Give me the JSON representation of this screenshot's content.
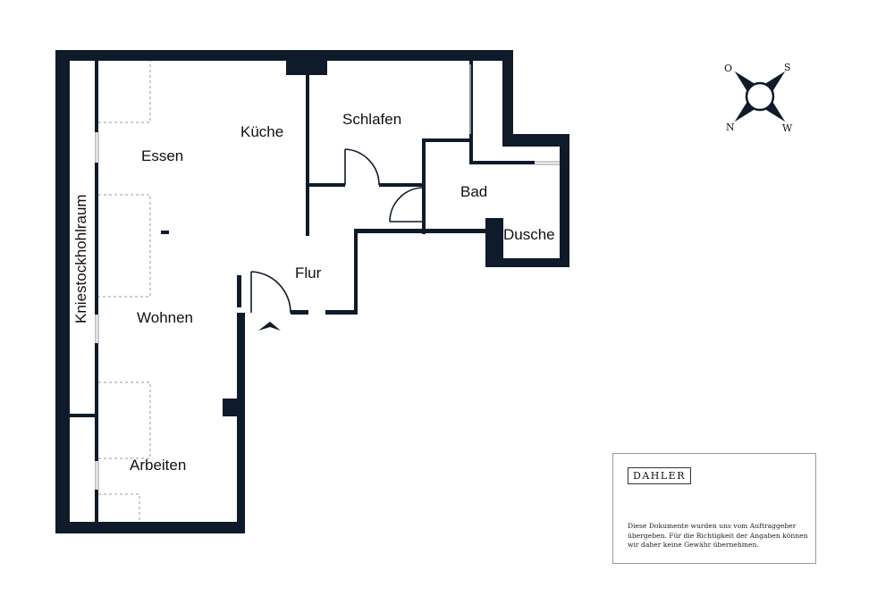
{
  "rooms": {
    "essen": "Essen",
    "kueche": "Küche",
    "schlafen": "Schlafen",
    "bad": "Bad",
    "dusche": "Dusche",
    "flur": "Flur",
    "wohnen": "Wohnen",
    "arbeiten": "Arbeiten",
    "kniestock": "Kniestockhohlraum"
  },
  "compass": {
    "north": "N",
    "south": "S",
    "east": "O",
    "west": "W"
  },
  "brand": {
    "logo_text": "DAHLER"
  },
  "disclaimer": {
    "text": "Diese Dokumente wurden uns vom Auftraggeber übergeben. Für die Richtigkeit der Angaben können wir daher keine Gewähr übernehmen."
  },
  "colors": {
    "wall": "#0f1b2a",
    "dashed": "#9a9a9a",
    "window": "#b5b5b5"
  }
}
